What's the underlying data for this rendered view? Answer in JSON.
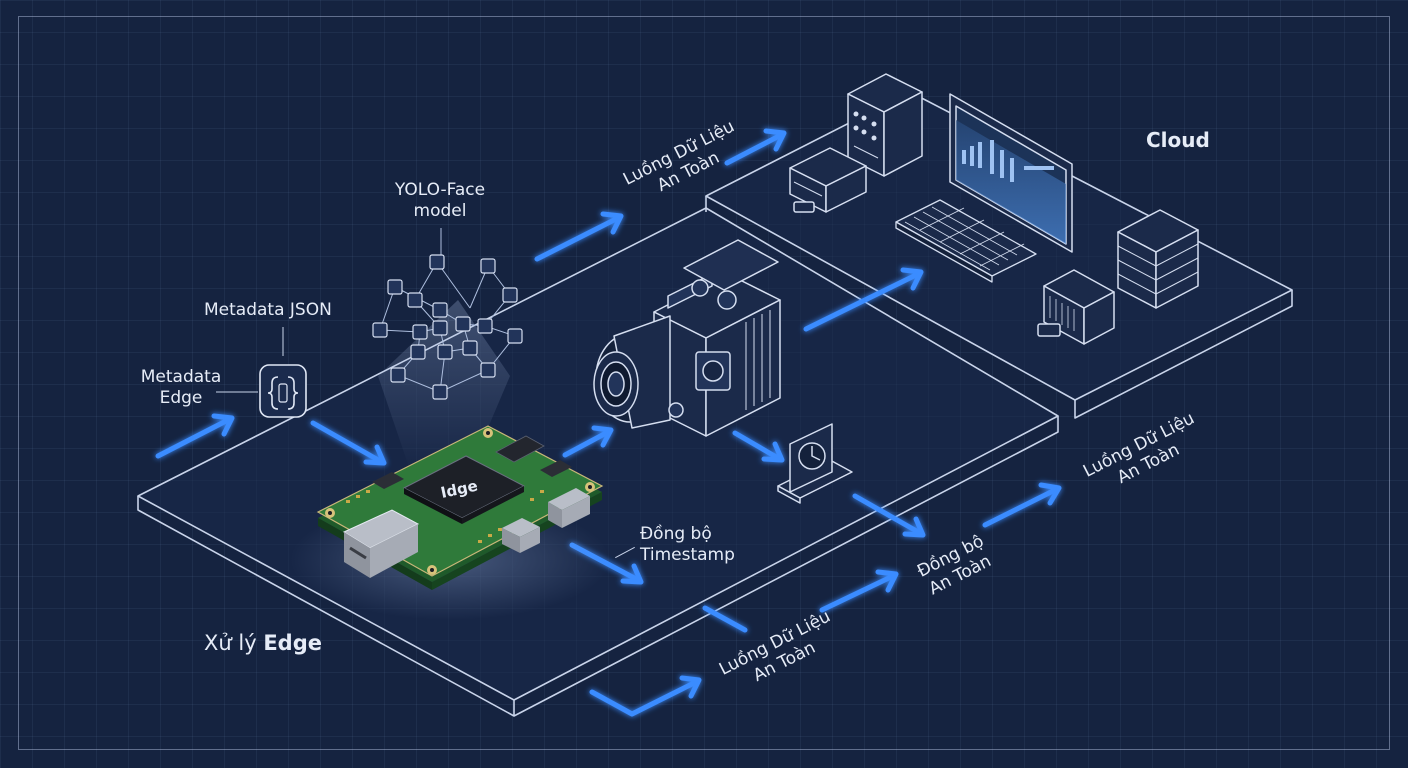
{
  "colors": {
    "background": "#152340",
    "line": "#c9d4ea",
    "arrow": "#3a8cff",
    "pcb": "#2f7a3a",
    "text": "#e6ecf7"
  },
  "labels": {
    "cloud": "Cloud",
    "edge_region_prefix": "Xử lý",
    "edge_region_bold": "Edge",
    "yolo_line1": "YOLO-Face",
    "yolo_line2": "model",
    "metadata_json": "Metadata JSON",
    "metadata_edge_line1": "Metadata",
    "metadata_edge_line2": "Edge",
    "sync_ts_line1": "Đồng bộ",
    "sync_ts_line2": "Timestamp",
    "stream_top_line1": "Luồng Dữ Liệu",
    "stream_top_line2": "An Toàn",
    "stream_right_line1": "Luồng Dữ Liệu",
    "stream_right_line2": "An Toàn",
    "stream_bottom_line1": "Luồng Dữ Liệu",
    "stream_bottom_line2": "An Toàn",
    "sync_safe_line1": "Đồng bộ",
    "sync_safe_line2": "An Toàn",
    "chip_text": "Idge"
  },
  "icons": {
    "edge_board": "pcb-board-icon",
    "neural_net": "neural-network-icon",
    "metadata_badge": "json-braces-icon",
    "camera": "camera-icon",
    "clock": "clock-icon",
    "server_tower": "server-tower-icon",
    "monitor": "monitor-dashboard-icon",
    "keyboard": "keyboard-icon",
    "server_rack": "server-rack-icon"
  }
}
